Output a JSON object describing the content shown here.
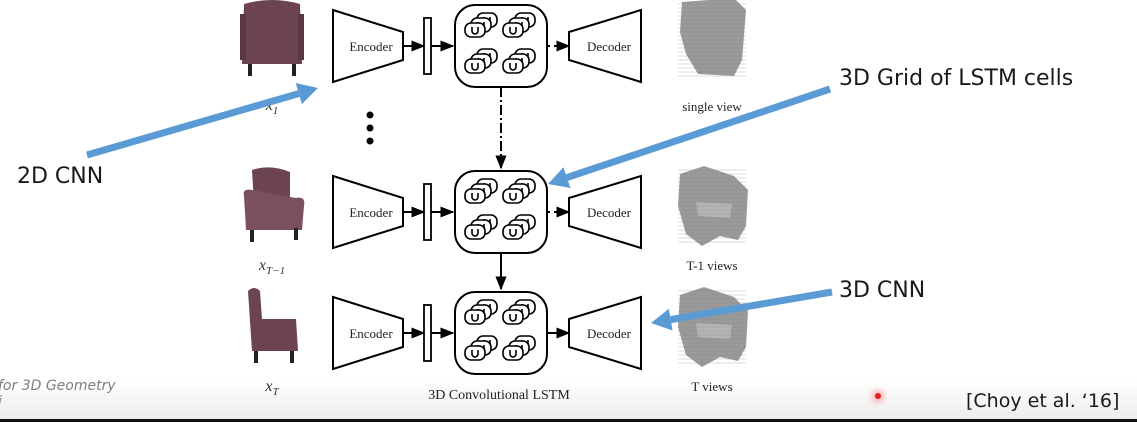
{
  "slide": {
    "footer_left": [
      "for 3D Geometry",
      "i"
    ],
    "citation": "[Choy et al. ‘16]"
  },
  "annotations": {
    "cnn2d": "2D CNN",
    "lstm_grid": "3D Grid of LSTM cells",
    "cnn3d": "3D CNN"
  },
  "diagram": {
    "encoder_label": "Encoder",
    "decoder_label": "Decoder",
    "lstm_caption": "3D Convolutional LSTM",
    "rows": [
      {
        "input_label": "x",
        "input_subscript": "1",
        "output_label": "single view"
      },
      {
        "input_label": "x",
        "input_subscript": "T−1",
        "output_label": "T-1 views"
      },
      {
        "input_label": "x",
        "input_subscript": "T",
        "output_label": "T views"
      }
    ],
    "ellipsis": "⋮"
  },
  "colors": {
    "arrow_blue": "#5b9bd5",
    "chair_purple": "#6b4450",
    "voxel_gray": "#9a9a9a",
    "laser_red": "#e02020"
  }
}
